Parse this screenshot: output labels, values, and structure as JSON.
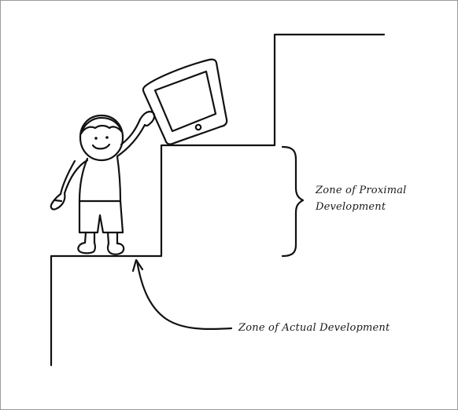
{
  "labels": {
    "zpd_line1": "Zone of Proximal",
    "zpd_line2": "Development",
    "zad": "Zone of Actual Development"
  },
  "colors": {
    "ink": "#111111",
    "frame": "#9a9a9a",
    "background": "#ffffff"
  }
}
